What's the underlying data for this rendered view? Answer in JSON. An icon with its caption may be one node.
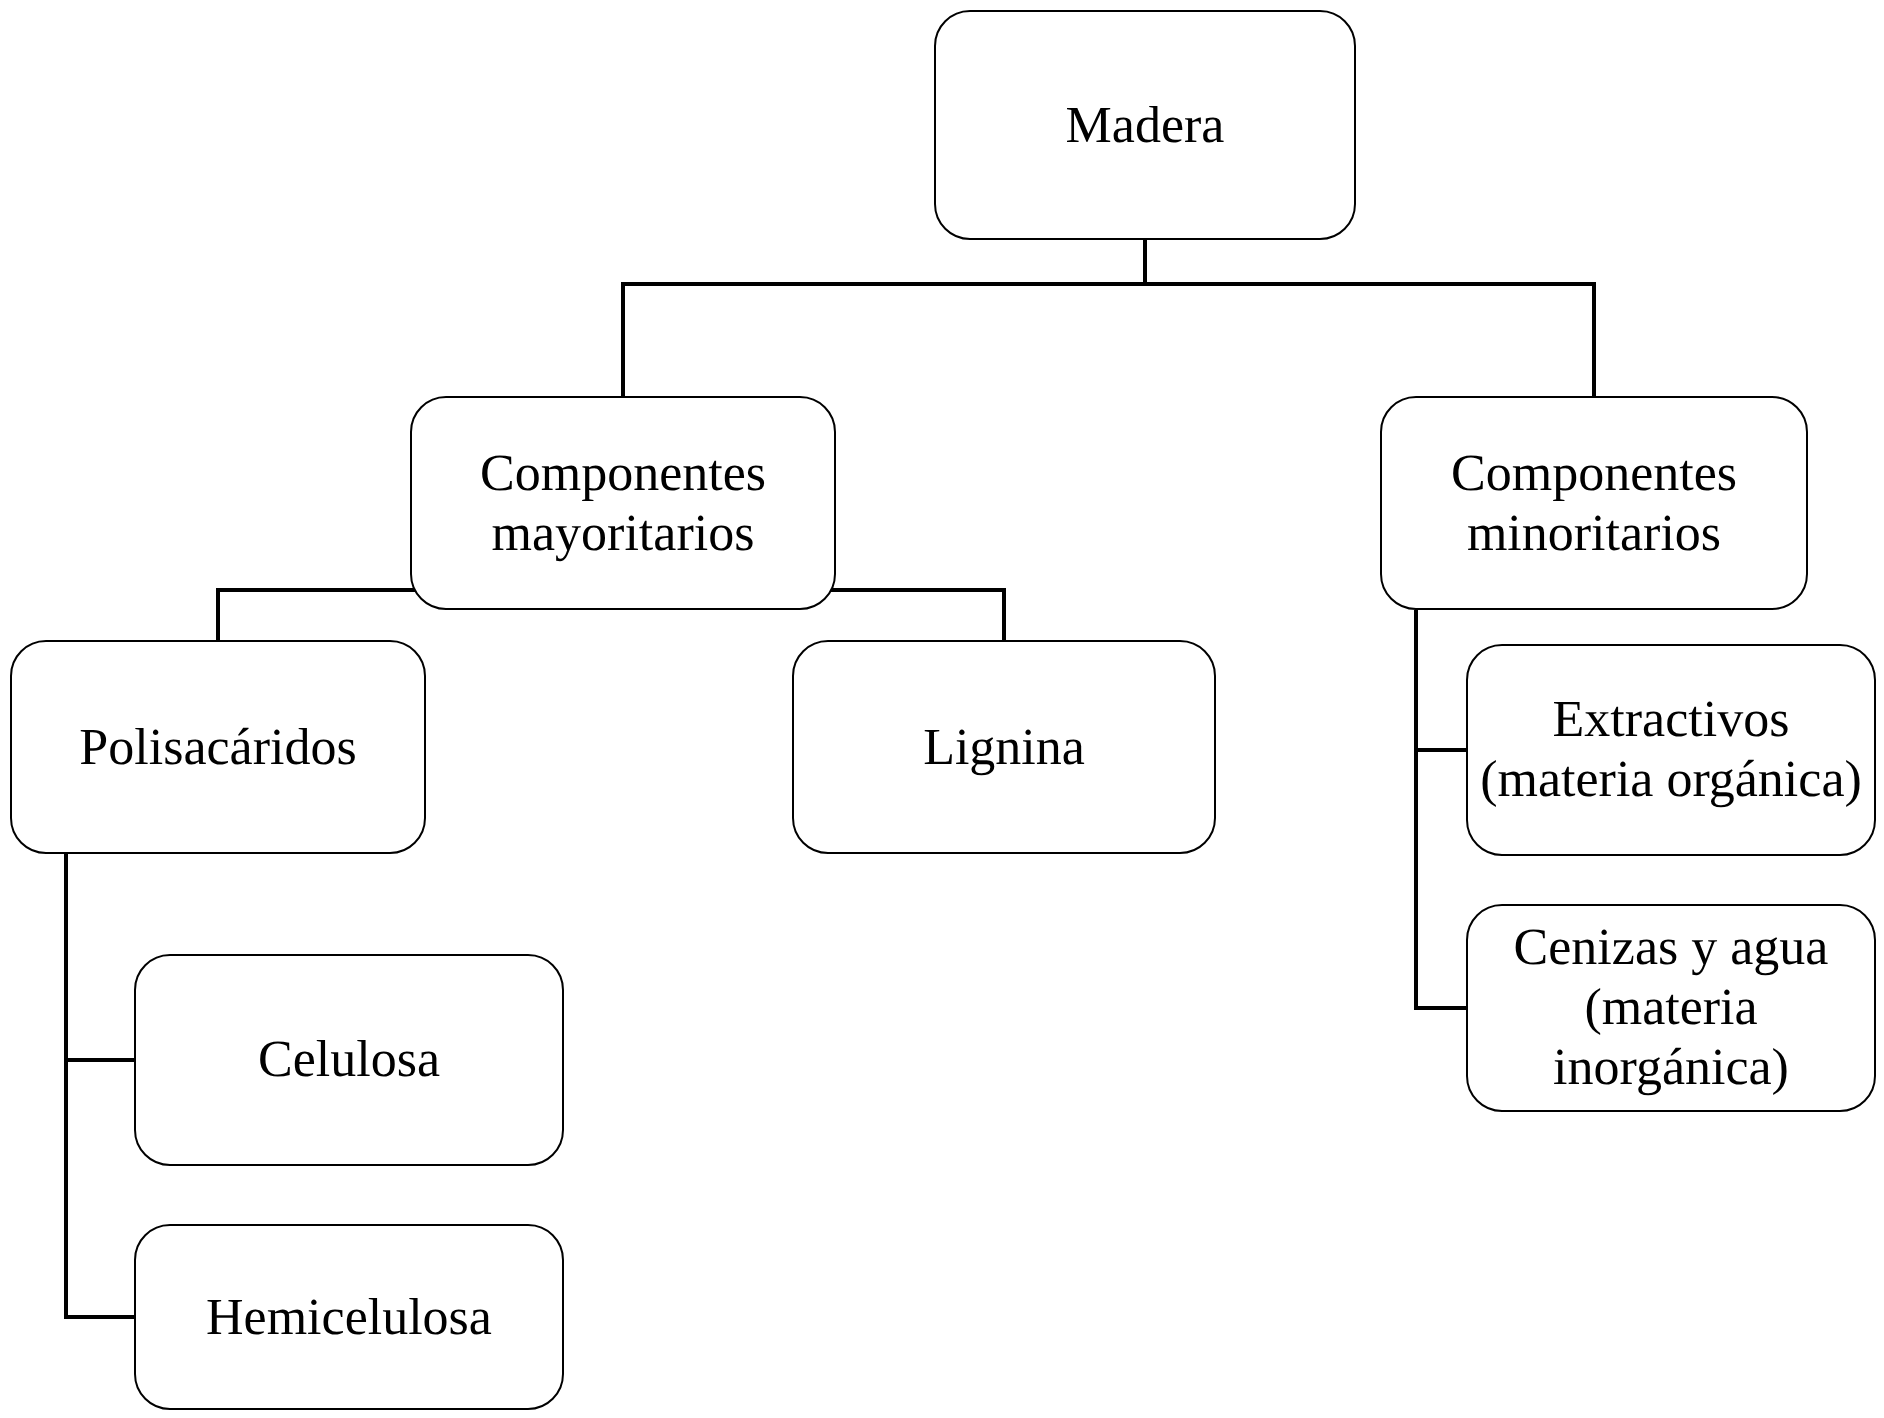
{
  "diagram": {
    "nodes": [
      {
        "text": [
          "Madera"
        ]
      },
      {
        "text": [
          "Componentes mayoritarios"
        ]
      },
      {
        "text": [
          "Componentes minoritarios"
        ]
      },
      {
        "text": [
          "Polisacáridos"
        ]
      },
      {
        "text": [
          "Lignina"
        ]
      },
      {
        "text": [
          "Extractivos (materia orgánica)"
        ]
      },
      {
        "text": [
          "Cenizas y agua (materia inorgánica)"
        ]
      },
      {
        "text": [
          "Celulosa"
        ]
      },
      {
        "text": [
          "Hemicelulosa"
        ]
      }
    ],
    "edges": [
      {
        "from": 0,
        "to": 1,
        "arrow": "none"
      },
      {
        "from": 0,
        "to": 2,
        "arrow": "none"
      },
      {
        "from": 1,
        "to": 3,
        "arrow": "none"
      },
      {
        "from": 1,
        "to": 4,
        "arrow": "none"
      },
      {
        "from": 2,
        "to": 5,
        "arrow": "none"
      },
      {
        "from": 2,
        "to": 6,
        "arrow": "none"
      },
      {
        "from": 3,
        "to": 7,
        "arrow": "none"
      },
      {
        "from": 3,
        "to": 8,
        "arrow": "none"
      }
    ]
  }
}
